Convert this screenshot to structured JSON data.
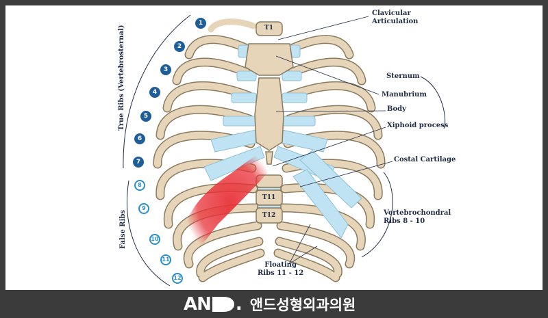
{
  "diagram": {
    "ribs_true": [
      "1",
      "2",
      "3",
      "4",
      "5",
      "6",
      "7"
    ],
    "ribs_false": [
      "8",
      "9",
      "10",
      "11",
      "12"
    ],
    "vertebrae": {
      "t1": "T1",
      "t11": "T11",
      "t12": "T12"
    },
    "labels": {
      "clavicular": [
        "Clavicular",
        "Articulation"
      ],
      "sternum": "Sternum",
      "manubrium": "Manubrium",
      "body": "Body",
      "xiphoid": "Xiphoid process",
      "costal": "Costal Cartilage",
      "vertebrochondral": [
        "Vertebrochondral",
        "Ribs 8 - 10"
      ],
      "floating": [
        "Floating",
        "Ribs 11 - 12"
      ],
      "true_ribs": "True Ribs (Vertebrosternal)",
      "false_ribs": "False Ribs"
    },
    "colors": {
      "bone": "#e6d5b8",
      "bone_stroke": "#8a7a5e",
      "cartilage": "#bfe3f2",
      "highlight": "#e8333a",
      "true_num": "#1d5e9a",
      "false_num": "#2a8fc9"
    }
  },
  "footer": {
    "logo_text": "AN",
    "logo_suffix": ".",
    "brand": "앤드성형외과의원"
  }
}
